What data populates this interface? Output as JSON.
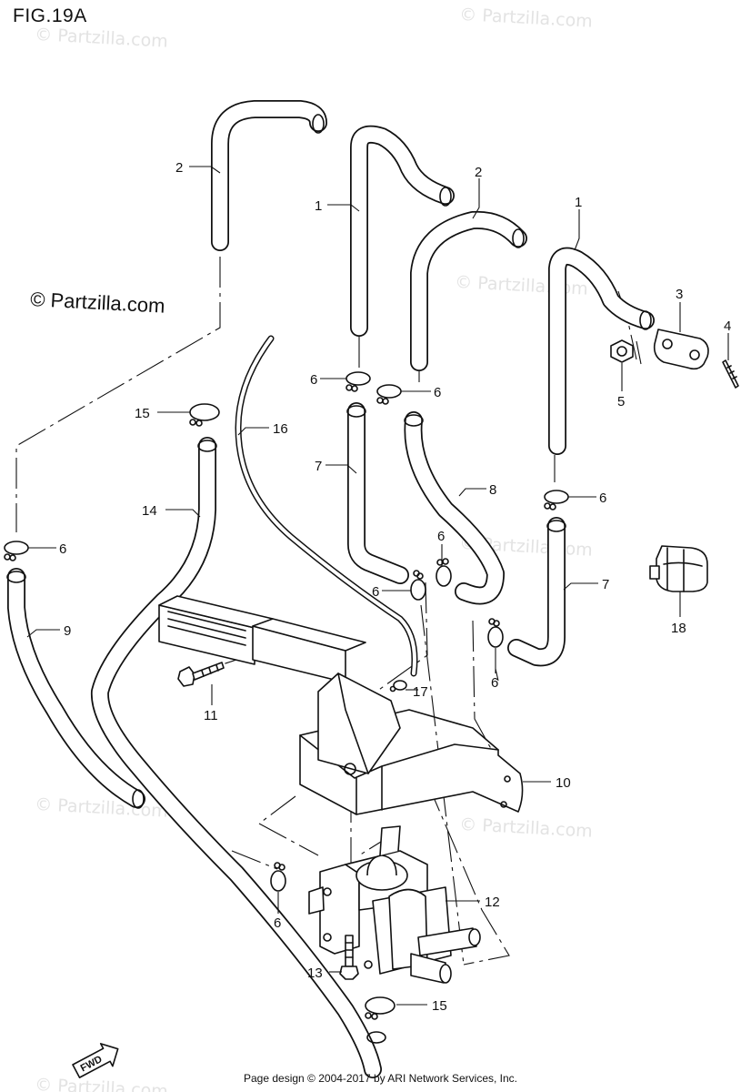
{
  "figure": {
    "title": "FIG.19A"
  },
  "watermark": {
    "copyright": "© Partzilla.com",
    "repeat_text": "© Partzilla.com"
  },
  "callouts": [
    {
      "id": "c-2a",
      "label": "2"
    },
    {
      "id": "c-1a",
      "label": "1"
    },
    {
      "id": "c-2b",
      "label": "2"
    },
    {
      "id": "c-1b",
      "label": "1"
    },
    {
      "id": "c-3",
      "label": "3"
    },
    {
      "id": "c-4",
      "label": "4"
    },
    {
      "id": "c-5",
      "label": "5"
    },
    {
      "id": "c-6a",
      "label": "6"
    },
    {
      "id": "c-6b",
      "label": "6"
    },
    {
      "id": "c-15a",
      "label": "15"
    },
    {
      "id": "c-16",
      "label": "16"
    },
    {
      "id": "c-7a",
      "label": "7"
    },
    {
      "id": "c-8",
      "label": "8"
    },
    {
      "id": "c-6c",
      "label": "6"
    },
    {
      "id": "c-14",
      "label": "14"
    },
    {
      "id": "c-6d",
      "label": "6"
    },
    {
      "id": "c-6e",
      "label": "6"
    },
    {
      "id": "c-6f",
      "label": "6"
    },
    {
      "id": "c-7b",
      "label": "7"
    },
    {
      "id": "c-9",
      "label": "9"
    },
    {
      "id": "c-18",
      "label": "18"
    },
    {
      "id": "c-6g",
      "label": "6"
    },
    {
      "id": "c-11",
      "label": "11"
    },
    {
      "id": "c-17",
      "label": "17"
    },
    {
      "id": "c-10",
      "label": "10"
    },
    {
      "id": "c-12",
      "label": "12"
    },
    {
      "id": "c-6h",
      "label": "6"
    },
    {
      "id": "c-13",
      "label": "13"
    },
    {
      "id": "c-15b",
      "label": "15"
    }
  ],
  "orientation_badge": {
    "label": "FWD"
  },
  "footer": {
    "text": "Page design © 2004-2017 by ARI Network Services, Inc."
  }
}
